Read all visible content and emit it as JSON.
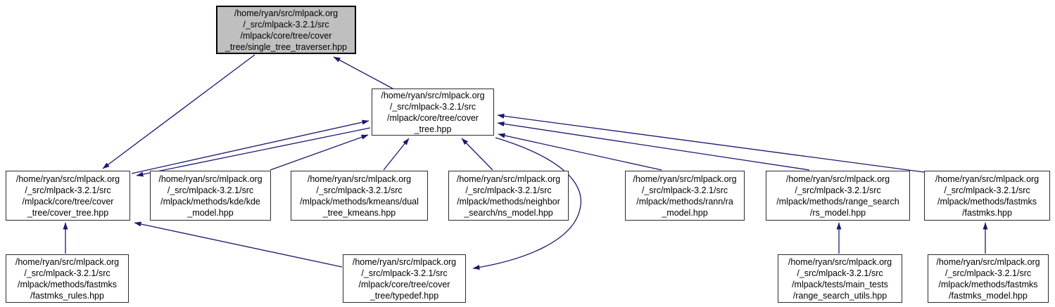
{
  "diagram": {
    "type": "include-dependency-graph",
    "background_color": "#ffffff",
    "edge_color": "#191970",
    "node_fill": "#ffffff",
    "root_node_fill": "#bfbfbf",
    "node_border_color": "#2b2b2b"
  },
  "nodes": [
    {
      "id": "single_tree_traverser",
      "lines": [
        "/home/ryan/src/mlpack.org",
        "/_src/mlpack-3.2.1/src",
        "/mlpack/core/tree/cover",
        "_tree/single_tree_traverser.hpp"
      ]
    },
    {
      "id": "cover_tree_hpp",
      "lines": [
        "/home/ryan/src/mlpack.org",
        "/_src/mlpack-3.2.1/src",
        "/mlpack/core/tree/cover",
        "_tree.hpp"
      ]
    },
    {
      "id": "cover_tree_cover_tree",
      "lines": [
        "/home/ryan/src/mlpack.org",
        "/_src/mlpack-3.2.1/src",
        "/mlpack/core/tree/cover",
        "_tree/cover_tree.hpp"
      ]
    },
    {
      "id": "kde_model",
      "lines": [
        "/home/ryan/src/mlpack.org",
        "/_src/mlpack-3.2.1/src",
        "/mlpack/methods/kde/kde",
        "_model.hpp"
      ]
    },
    {
      "id": "dual_tree_kmeans",
      "lines": [
        "/home/ryan/src/mlpack.org",
        "/_src/mlpack-3.2.1/src",
        "/mlpack/methods/kmeans/dual",
        "_tree_kmeans.hpp"
      ]
    },
    {
      "id": "ns_model",
      "lines": [
        "/home/ryan/src/mlpack.org",
        "/_src/mlpack-3.2.1/src",
        "/mlpack/methods/neighbor",
        "_search/ns_model.hpp"
      ]
    },
    {
      "id": "ra_model",
      "lines": [
        "/home/ryan/src/mlpack.org",
        "/_src/mlpack-3.2.1/src",
        "/mlpack/methods/rann/ra",
        "_model.hpp"
      ]
    },
    {
      "id": "rs_model",
      "lines": [
        "/home/ryan/src/mlpack.org",
        "/_src/mlpack-3.2.1/src",
        "/mlpack/methods/range_search",
        "/rs_model.hpp"
      ]
    },
    {
      "id": "fastmks_hpp",
      "lines": [
        "/home/ryan/src/mlpack.org",
        "/_src/mlpack-3.2.1/src",
        "/mlpack/methods/fastmks",
        "/fastmks.hpp"
      ]
    },
    {
      "id": "fastmks_rules",
      "lines": [
        "/home/ryan/src/mlpack.org",
        "/_src/mlpack-3.2.1/src",
        "/mlpack/methods/fastmks",
        "/fastmks_rules.hpp"
      ]
    },
    {
      "id": "typedef_hpp",
      "lines": [
        "/home/ryan/src/mlpack.org",
        "/_src/mlpack-3.2.1/src",
        "/mlpack/core/tree/cover",
        "_tree/typedef.hpp"
      ]
    },
    {
      "id": "range_search_utils",
      "lines": [
        "/home/ryan/src/mlpack.org",
        "/_src/mlpack-3.2.1/src",
        "/mlpack/tests/main_tests",
        "/range_search_utils.hpp"
      ]
    },
    {
      "id": "fastmks_model",
      "lines": [
        "/home/ryan/src/mlpack.org",
        "/_src/mlpack-3.2.1/src",
        "/mlpack/methods/fastmks",
        "/fastmks_model.hpp"
      ]
    }
  ],
  "edges": [
    {
      "from": "cover_tree_hpp",
      "to": "single_tree_traverser"
    },
    {
      "from": "single_tree_traverser",
      "to": "cover_tree_cover_tree"
    },
    {
      "from": "cover_tree_cover_tree",
      "to": "cover_tree_hpp"
    },
    {
      "from": "cover_tree_hpp",
      "to": "cover_tree_cover_tree"
    },
    {
      "from": "kde_model",
      "to": "cover_tree_hpp"
    },
    {
      "from": "dual_tree_kmeans",
      "to": "cover_tree_hpp"
    },
    {
      "from": "ns_model",
      "to": "cover_tree_hpp"
    },
    {
      "from": "ra_model",
      "to": "cover_tree_hpp"
    },
    {
      "from": "rs_model",
      "to": "cover_tree_hpp"
    },
    {
      "from": "fastmks_hpp",
      "to": "cover_tree_hpp"
    },
    {
      "from": "cover_tree_hpp",
      "to": "typedef_hpp"
    },
    {
      "from": "fastmks_rules",
      "to": "cover_tree_cover_tree"
    },
    {
      "from": "typedef_hpp",
      "to": "cover_tree_cover_tree"
    },
    {
      "from": "range_search_utils",
      "to": "rs_model"
    },
    {
      "from": "fastmks_model",
      "to": "fastmks_hpp"
    }
  ]
}
